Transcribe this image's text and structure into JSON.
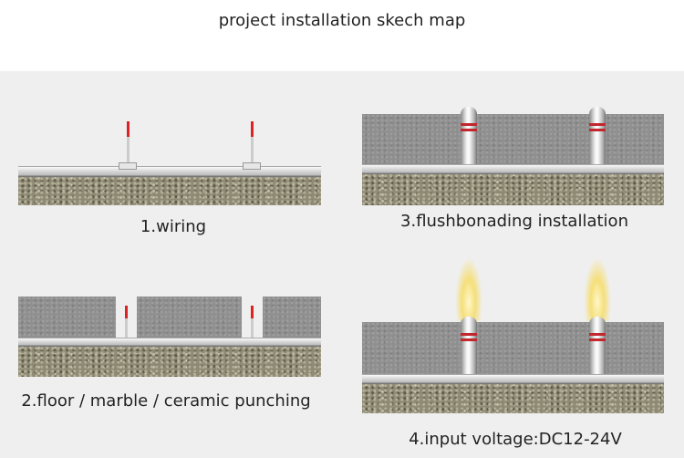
{
  "title": "project installation skech map",
  "steps": [
    {
      "label": "1.wiring"
    },
    {
      "label": "2.floor / marble / ceramic punching"
    },
    {
      "label": "3.flushbonading installation"
    },
    {
      "label": "4.input voltage:DC12-24V"
    }
  ],
  "colors": {
    "wire_tip": "#d22",
    "lamp_ring": "#c1272d",
    "light": "#f5df7a"
  }
}
